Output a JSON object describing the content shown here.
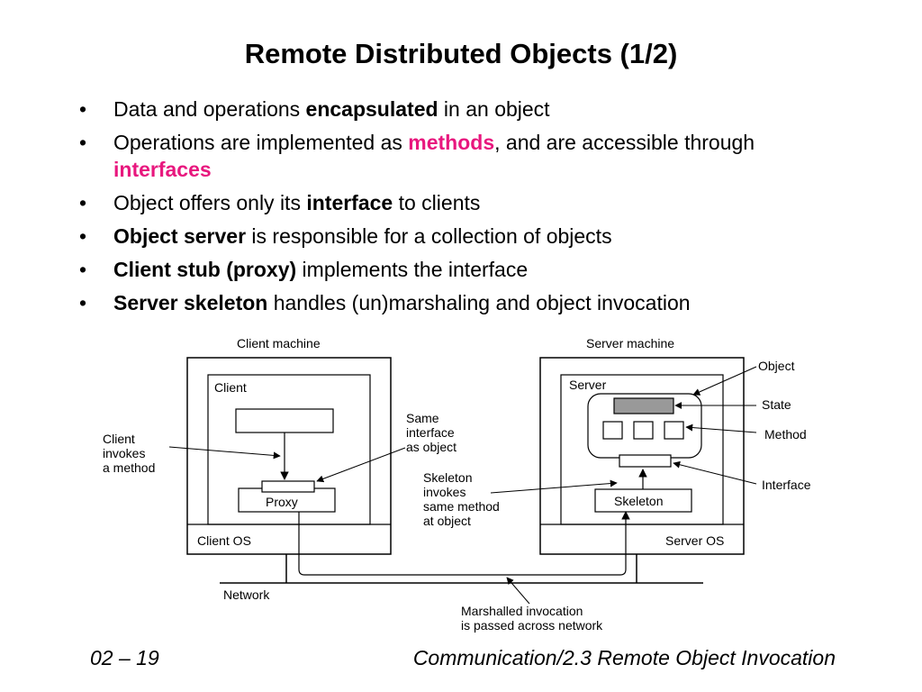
{
  "title": "Remote Distributed Objects (1/2)",
  "bullets": [
    {
      "t1": "Data and operations ",
      "b1": "encapsulated",
      "t2": " in an object"
    },
    {
      "t1": "Operations are implemented as ",
      "m1": "methods",
      "t2": ", and are accessible through ",
      "m2": "interfaces"
    },
    {
      "t1": "Object offers only its ",
      "b1": "interface",
      "t2": " to clients"
    },
    {
      "b1": "Object server",
      "t2": " is responsible for a collection of objects"
    },
    {
      "b1": "Client stub (proxy)",
      "t2": " implements the interface"
    },
    {
      "b1": "Server skeleton",
      "t2": " handles (un)marshaling and object invocation"
    }
  ],
  "diagram": {
    "client_machine": "Client machine",
    "server_machine": "Server machine",
    "client": "Client",
    "server": "Server",
    "proxy": "Proxy",
    "skeleton": "Skeleton",
    "client_os": "Client OS",
    "server_os": "Server OS",
    "network": "Network",
    "client_invokes": [
      "Client",
      "invokes",
      "a method"
    ],
    "same_interface": [
      "Same",
      "interface",
      "as object"
    ],
    "skeleton_invokes": [
      "Skeleton",
      "invokes",
      "same method",
      "at object"
    ],
    "marshalled": [
      "Marshalled invocation",
      "is passed across network"
    ],
    "object": "Object",
    "state": "State",
    "method": "Method",
    "interface": "Interface",
    "colors": {
      "state_fill": "#999999",
      "accent": "#e8177e"
    }
  },
  "footer": {
    "left": "02 – 19",
    "right": "Communication/2.3 Remote Object Invocation"
  }
}
